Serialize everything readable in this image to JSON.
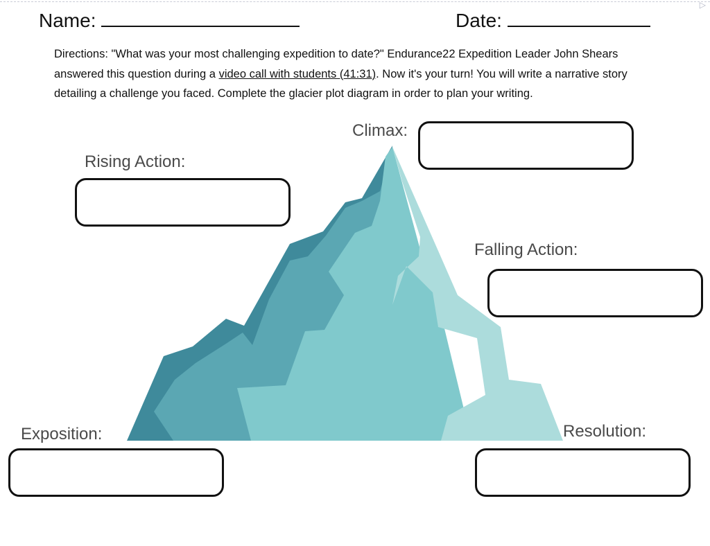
{
  "header": {
    "name_label": "Name:",
    "date_label": "Date:"
  },
  "directions": {
    "text_before_link": "Directions: \"What was your most challenging expedition to date?\" Endurance22 Expedition Leader John Shears answered this question during a ",
    "link_text": "video call with students (41:31)",
    "text_after_link": ". Now it's your turn! You will write a narrative story detailing a challenge you faced. Complete the glacier plot diagram in order to plan your writing."
  },
  "plot_diagram": {
    "climax_label": "Climax:",
    "rising_action_label": "Rising Action:",
    "falling_action_label": "Falling Action:",
    "exposition_label": "Exposition:",
    "resolution_label": "Resolution:"
  },
  "colors": {
    "glacier_dark": "#3f8a9b",
    "glacier_mid": "#5ba7b3",
    "glacier_light": "#80c9cc",
    "glacier_pale": "#acdcdc"
  }
}
